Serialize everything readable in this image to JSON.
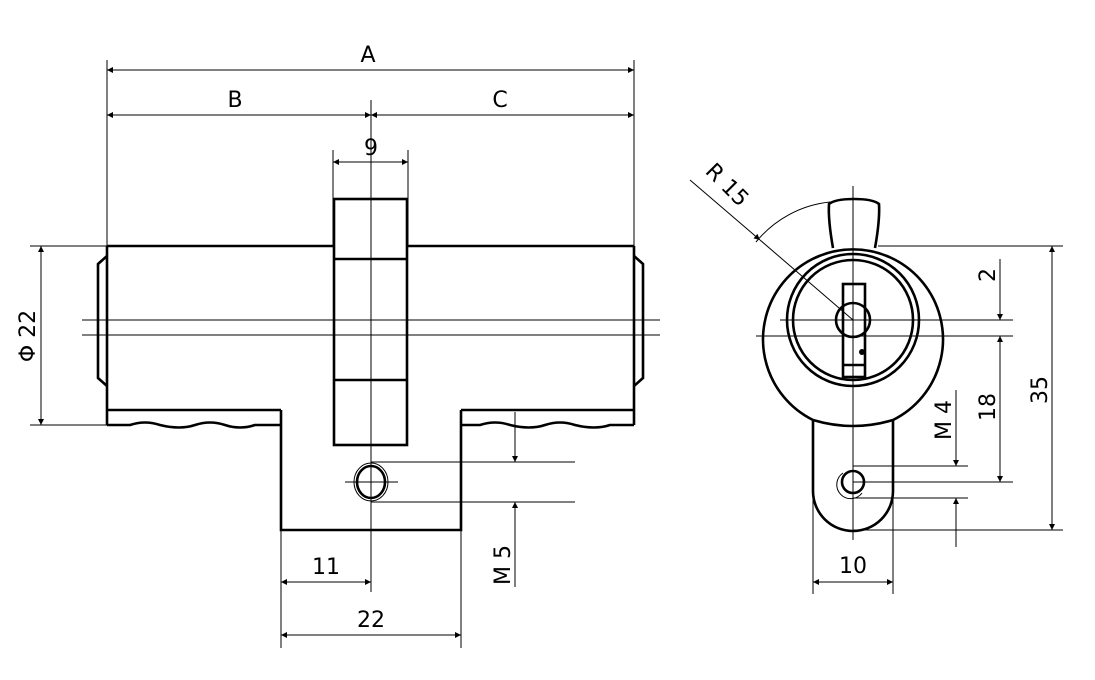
{
  "drawing": {
    "side_view": {
      "dim_total": "A",
      "dim_left": "B",
      "dim_right": "C",
      "dim_cam_width": "9",
      "dim_diameter": "Φ 22",
      "dim_half_flange": "11",
      "dim_flange": "22",
      "dim_thread": "M 5"
    },
    "front_view": {
      "dim_radius": "R 15",
      "dim_offset": "2",
      "dim_hole_distance": "18",
      "dim_height": "35",
      "dim_thread": "M 4",
      "dim_width": "10"
    }
  }
}
